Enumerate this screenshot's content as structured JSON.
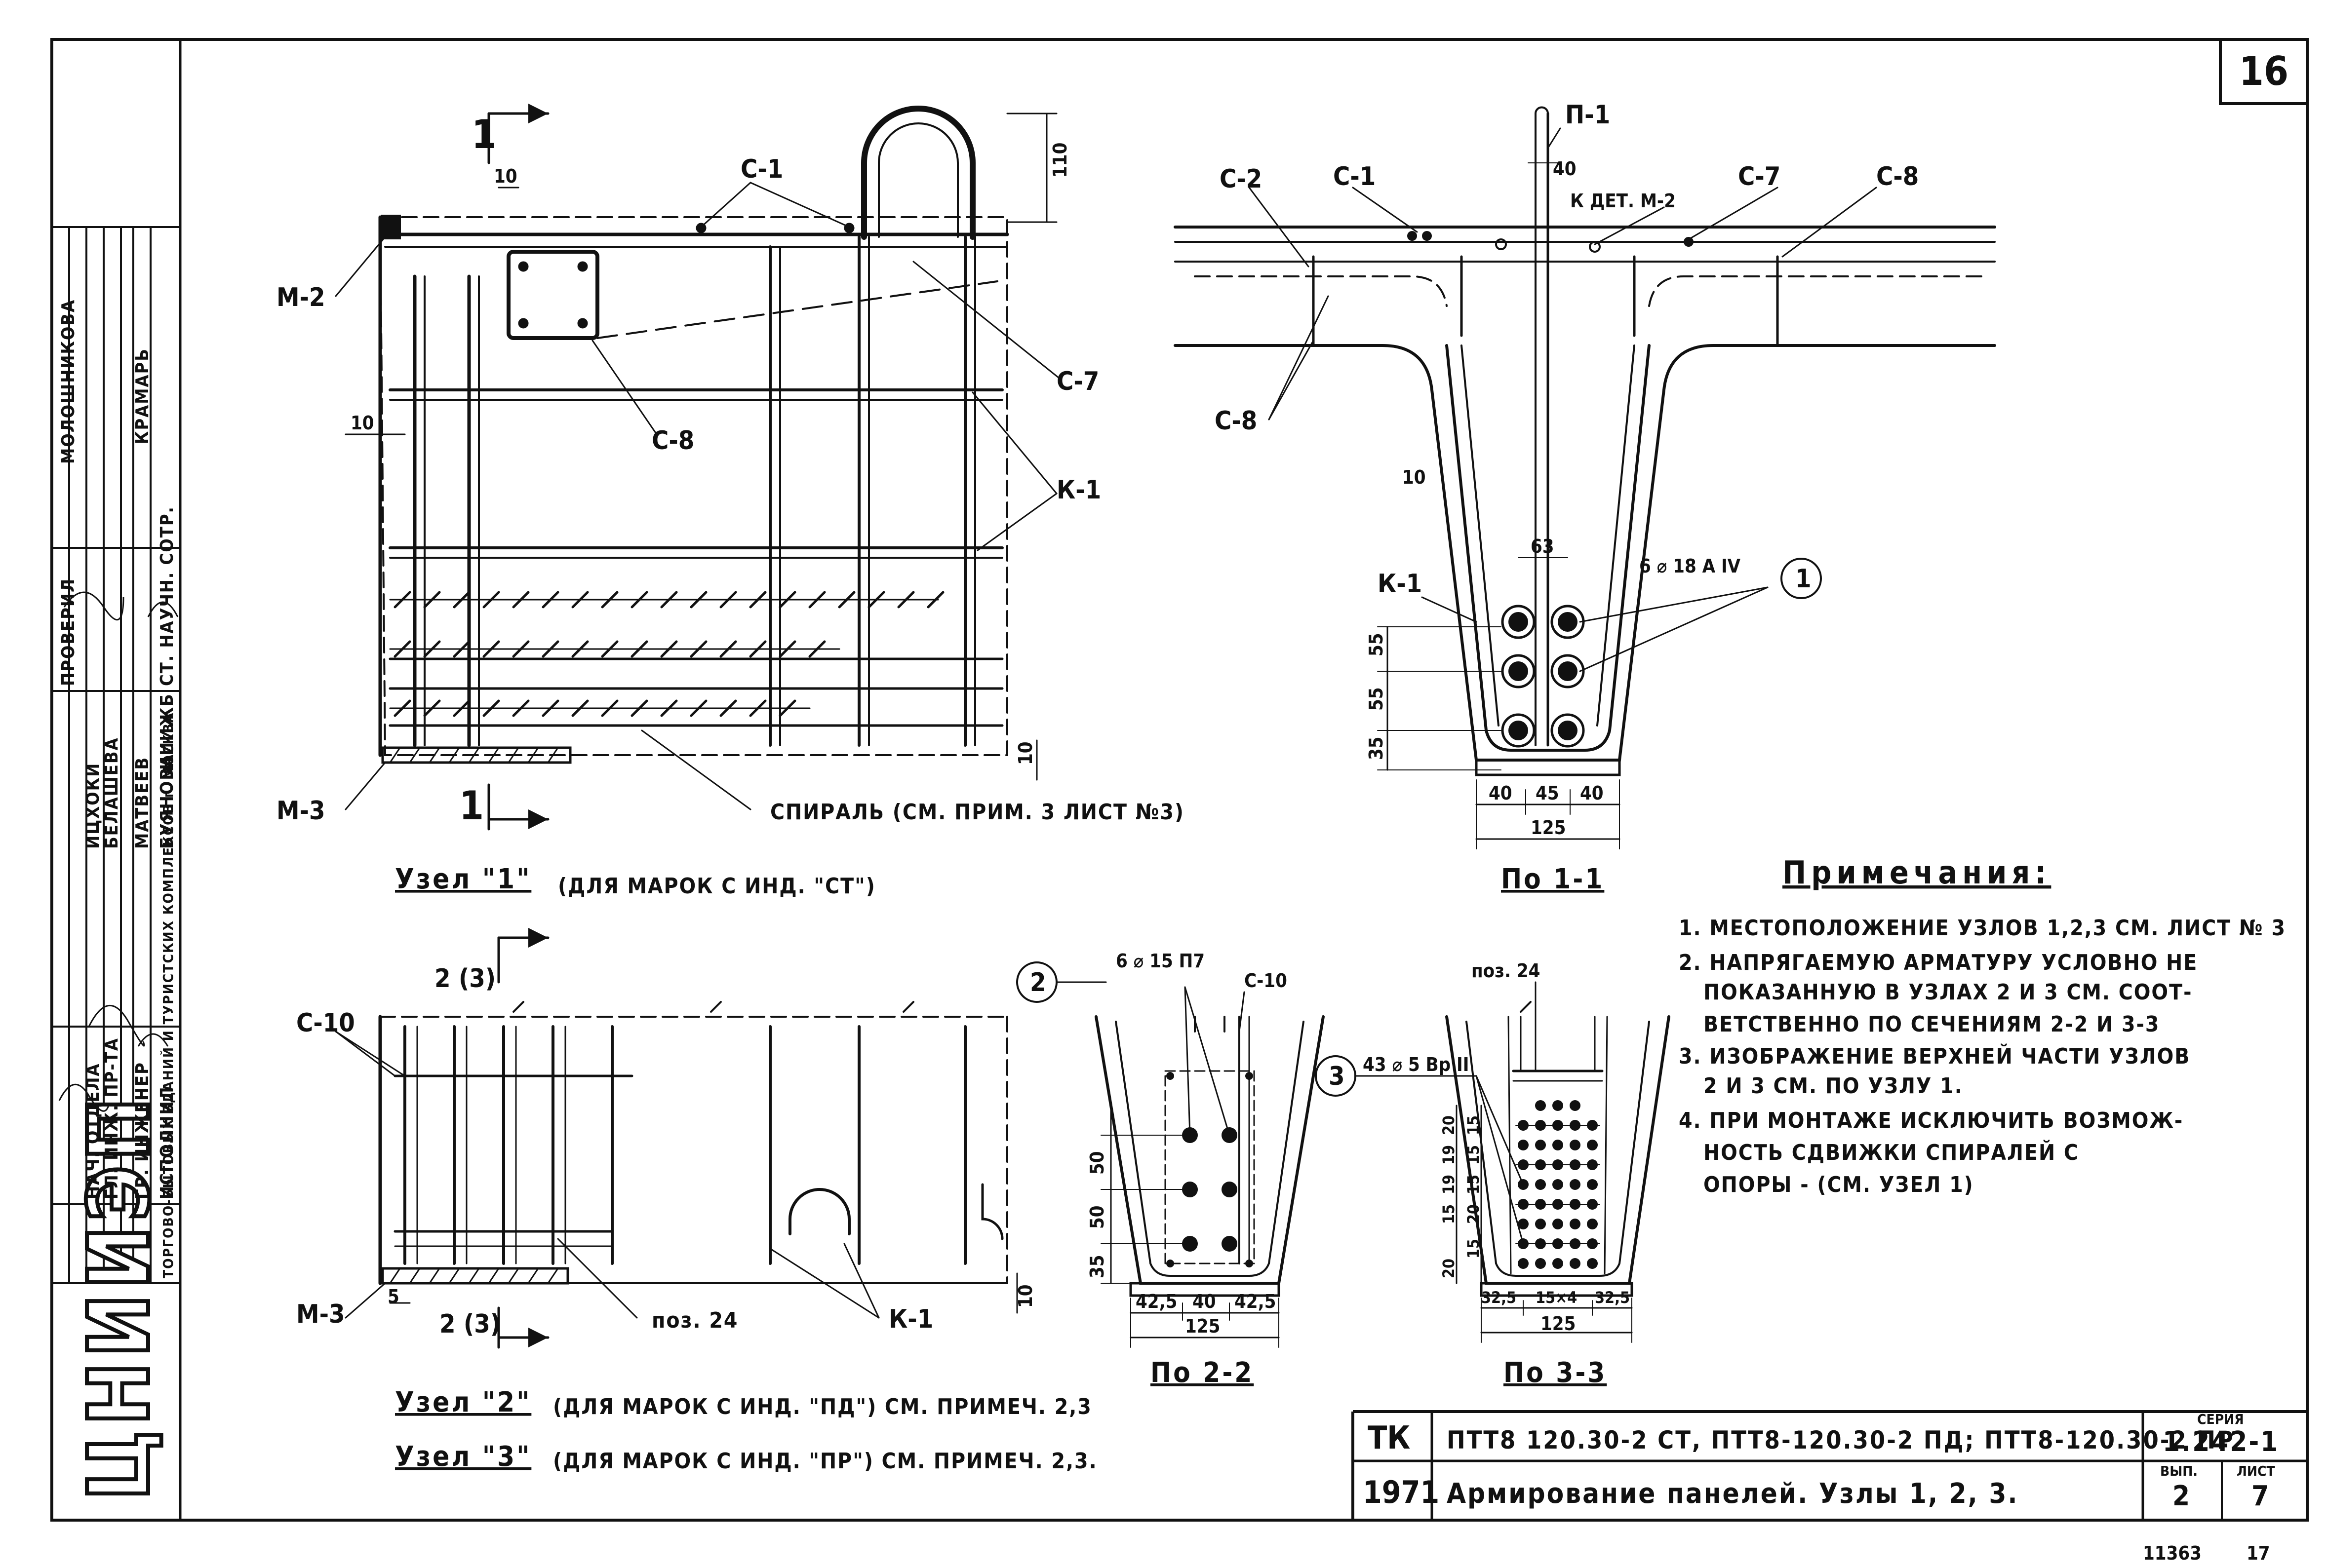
{
  "sheet": {
    "sheet_number": "16",
    "bottom_numbers": [
      "11363",
      "17"
    ]
  },
  "node1": {
    "section_mark_top": "1",
    "section_mark_bottom": "1",
    "labels": {
      "c1": "С-1",
      "m2": "М-2",
      "c8": "С-8",
      "c7": "С-7",
      "k1": "К-1",
      "m3": "М-3",
      "spiral": "СПИРАЛЬ (СМ. ПРИМ. 3 ЛИСТ №3)"
    },
    "dims": {
      "d10_top": "10",
      "d10_left": "10",
      "d110": "110",
      "d10_bottom": "10"
    },
    "caption": "Узел \"1\"",
    "caption_note": "(ДЛЯ МАРОК С ИНД. \"СТ\")"
  },
  "section11": {
    "labels": {
      "p1": "П-1",
      "c2": "С-2",
      "c1": "С-1",
      "kdet": "К ДЕТ. М-2",
      "c7": "С-7",
      "c8a": "С-8",
      "c8b": "С-8",
      "k1": "К-1",
      "bars": "6 ⌀ 18 A IV",
      "circle": "1"
    },
    "dims": {
      "d40": "40",
      "d10": "10",
      "d63": "63",
      "v55a": "55",
      "v55b": "55",
      "v35": "35",
      "h40a": "40",
      "h45": "45",
      "h40b": "40",
      "h125": "125"
    },
    "caption": "По 1-1"
  },
  "node23": {
    "section_mark_top": "2 (3)",
    "section_mark_bottom": "2 (3)",
    "labels": {
      "c10": "С-10",
      "m3": "М-3",
      "d5": "5",
      "poz24": "поз. 24",
      "k1": "К-1",
      "d10": "10"
    },
    "caption2": "Узел \"2\"",
    "caption2_note": "(ДЛЯ МАРОК С ИНД. \"ПД\") СМ. ПРИМЕЧ. 2,3",
    "caption3": "Узел \"3\"",
    "caption3_note": "(ДЛЯ МАРОК С ИНД. \"ПР\") СМ. ПРИМЕЧ. 2,3."
  },
  "section22": {
    "labels": {
      "circle": "2",
      "bars": "6 ⌀ 15 П7",
      "c10": "С-10"
    },
    "dims": {
      "v50a": "50",
      "v50b": "50",
      "v35": "35",
      "h425a": "42,5",
      "h40": "40",
      "h425b": "42,5",
      "h125": "125"
    },
    "caption": "По 2-2"
  },
  "section33": {
    "labels": {
      "poz24": "поз. 24",
      "circle": "3",
      "bars": "43 ⌀ 5 Вр II"
    },
    "dims": {
      "v20a": "20",
      "v15a": "15",
      "v19a": "19",
      "v15b": "15",
      "v19b": "19",
      "v15c": "15",
      "v15d": "15",
      "v20b": "20",
      "v20c": "20",
      "v15e": "15",
      "h325a": "32,5",
      "h15x4": "15×4",
      "h325b": "32,5",
      "h125": "125"
    },
    "caption": "По 3-3"
  },
  "notes": {
    "heading": "Примечания:",
    "items": [
      "1. МЕСТОПОЛОЖЕНИЕ УЗЛОВ 1,2,3 СМ. ЛИСТ № 3",
      "2. НАПРЯГАЕМУЮ АРМАТУРУ УСЛОВНО НЕ",
      "ПОКАЗАННУЮ В УЗЛАХ 2 И 3 СМ. СООТ-",
      "ВЕТСТВЕННО ПО СЕЧЕНИЯМ 2-2 И 3-3",
      "3. ИЗОБРАЖЕНИЕ ВЕРХНЕЙ ЧАСТИ УЗЛОВ",
      "2 И 3 СМ. ПО УЗЛУ 1.",
      "4. ПРИ МОНТАЖЕ ИСКЛЮЧИТЬ ВОЗМОЖ-",
      "НОСТЬ СДВИЖКИ СПИРАЛЕЙ С",
      "ОПОРЫ - (СМ. УЗЕЛ 1)"
    ]
  },
  "title_block": {
    "tk": "ТК",
    "year": "1971",
    "marks": "ПТТ8 120.30-2 СТ, ПТТ8-120.30-2 ПД; ПТТ8-120.30-2 ПР",
    "title": "Армирование панелей. Узлы 1, 2, 3.",
    "series_label": "СЕРИЯ",
    "series_value": "1.242-1",
    "issue_label": "ВЫП.",
    "issue_value": "2",
    "sheet_label": "ЛИСТ",
    "sheet_value": "7"
  },
  "side_stamp": {
    "logo": "ЦНИИЭП",
    "org": "ТОРГОВО-БЫТОВЫХ ЗДАНИЙ И ТУРИСТСКИХ КОМПЛЕКСОВ г. МОСКВА",
    "roles": [
      "НАЧ. ОТДЕЛА",
      "ГЛ. ИНЖ. ПР-ТА",
      "ГР. ИНЖЕНЕР",
      "ИСПОЛНИЛ"
    ],
    "names": [
      "ИЦХОКИ",
      "БЕЛАШЕВА",
      "МАТВЕЕВ",
      "БУЯНОВА"
    ],
    "check_label": "ПРОВЕРИЛ",
    "check_org": "НИИЖБ",
    "check_role": "СТ. НАУЧН. СОТР.",
    "check_names": [
      "МОЛОШНИКОВА",
      "КРАМАРЬ"
    ]
  }
}
